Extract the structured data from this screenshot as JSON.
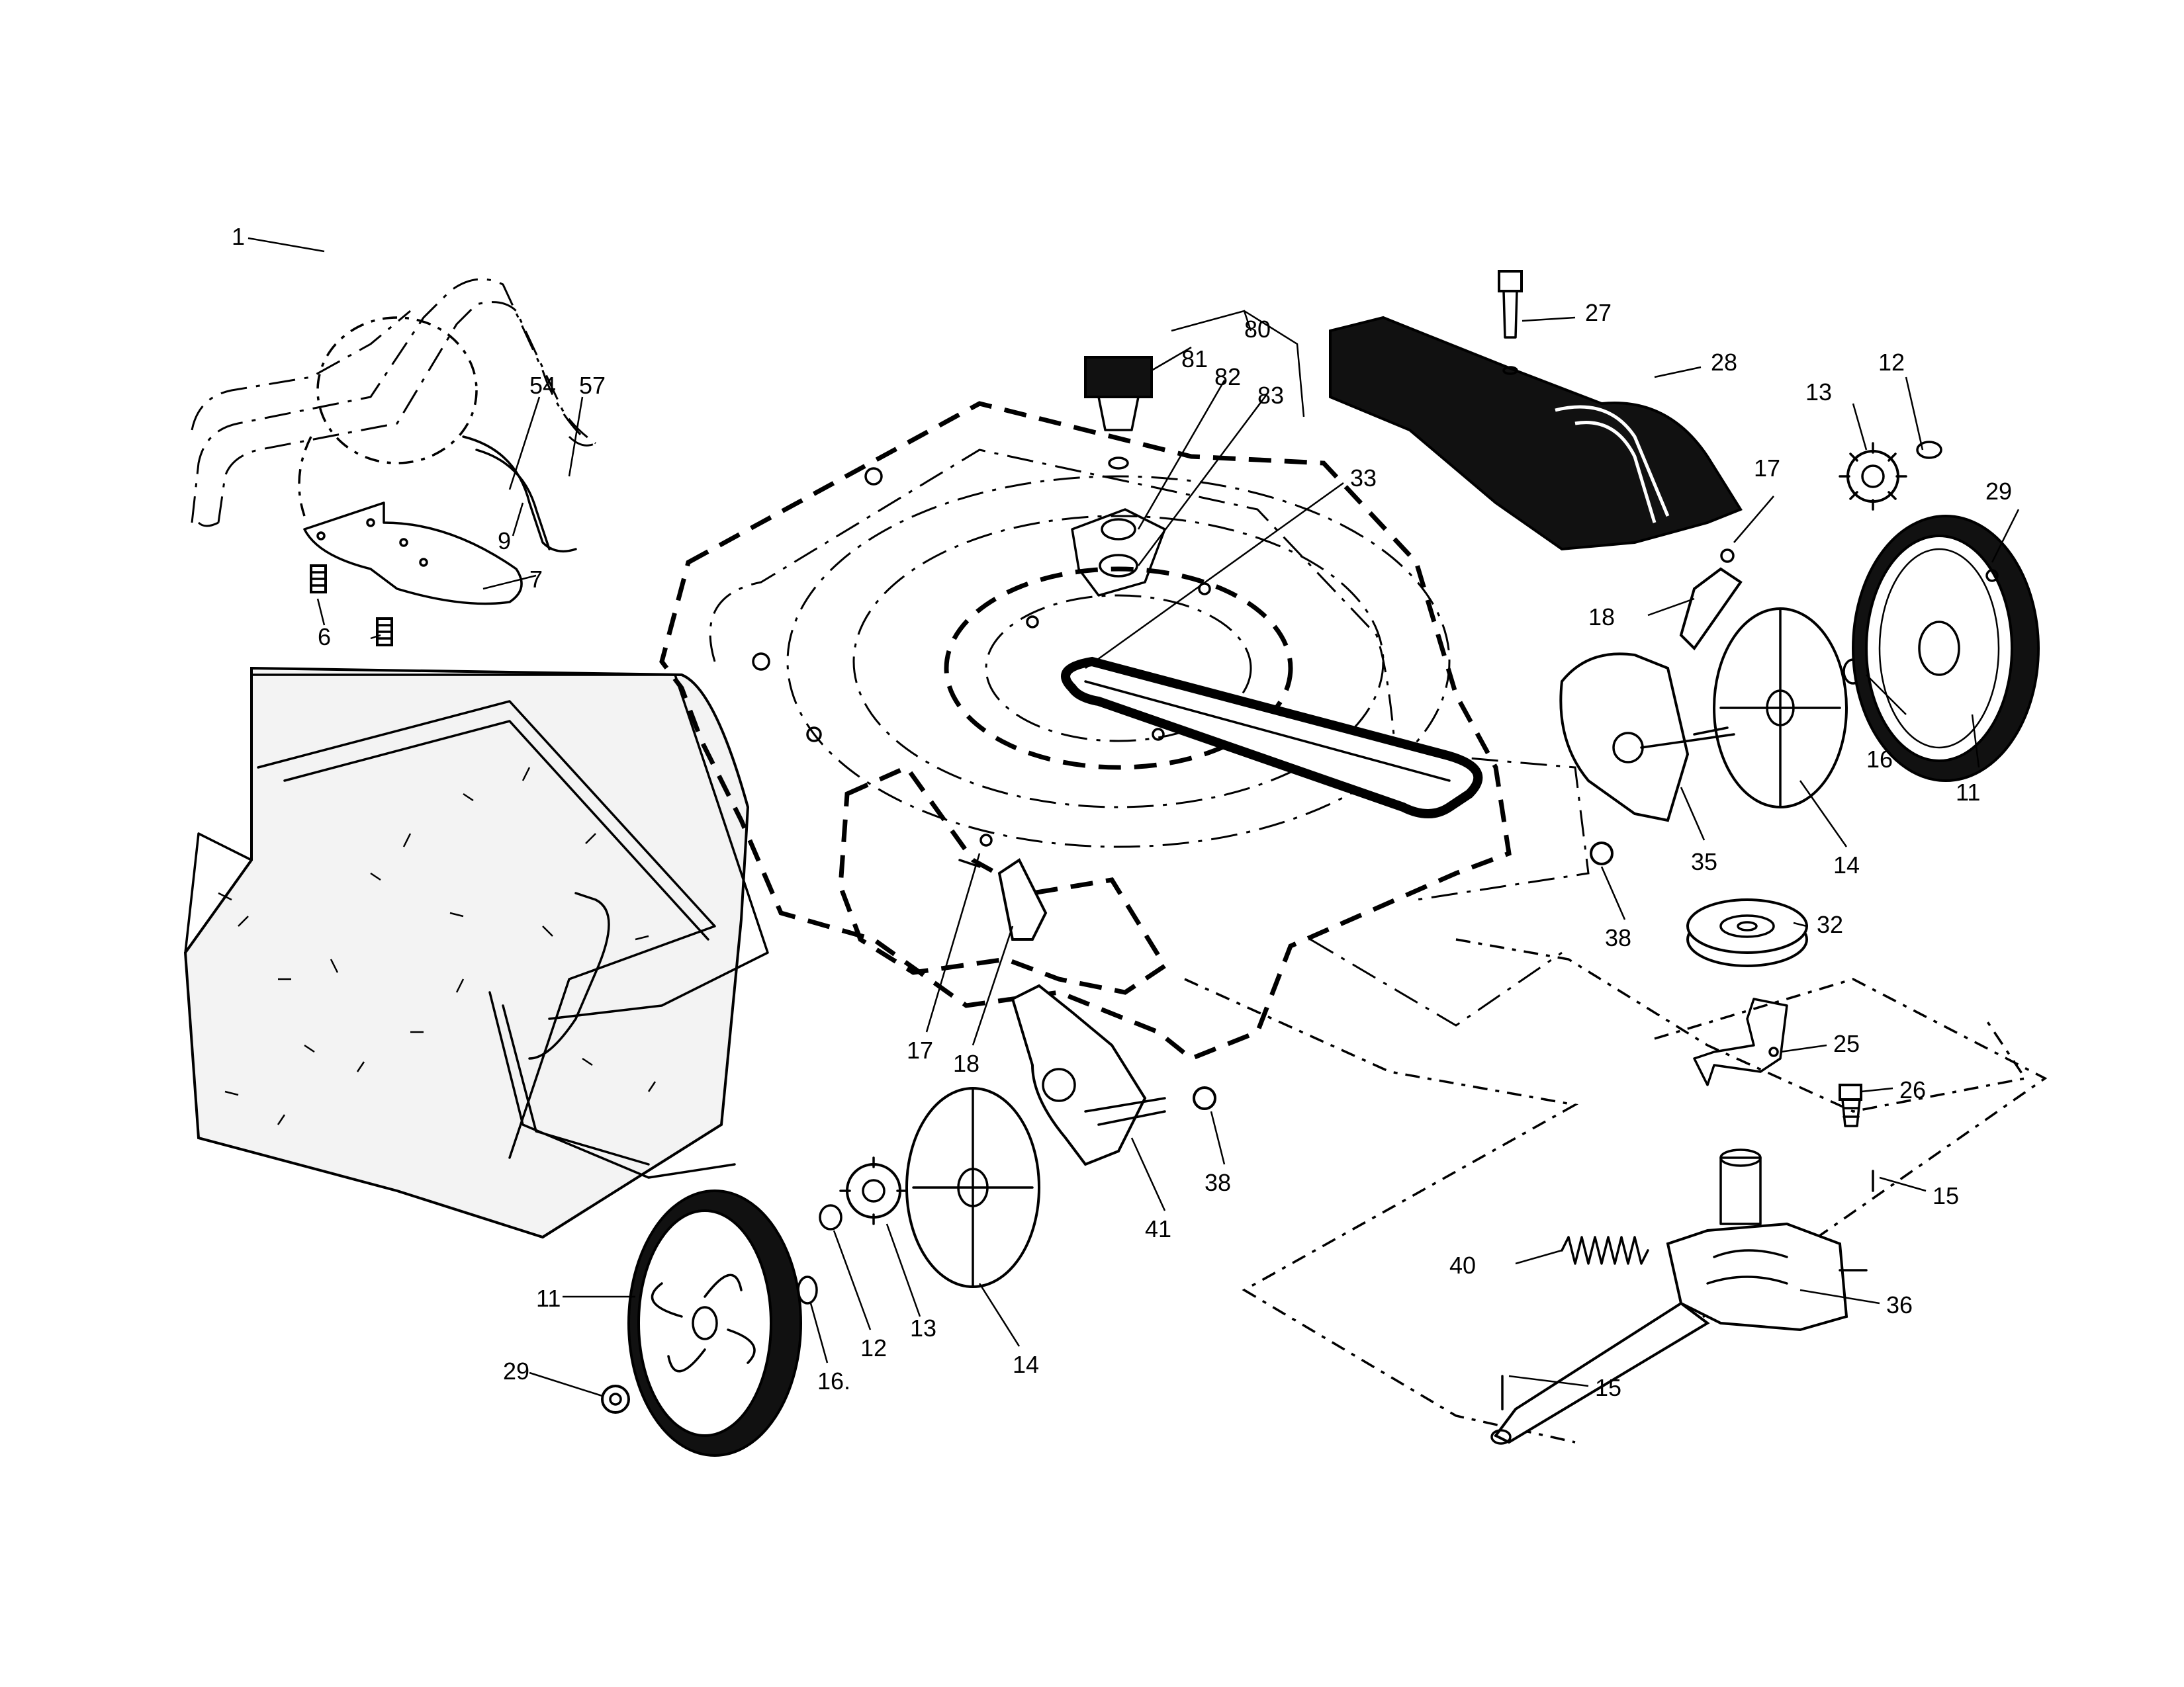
{
  "callouts": {
    "c1": "1",
    "c9": "9",
    "c7": "7",
    "c6": "6",
    "c54": "54",
    "c57": "57",
    "c80": "80",
    "c81": "81",
    "c82": "82",
    "c83": "83",
    "c33": "33",
    "c27": "27",
    "c28": "28",
    "c13_top": "13",
    "c12_top": "12",
    "c29_top": "29",
    "c17_top": "17",
    "c18_top": "18",
    "c16_top": "16",
    "c11_top": "11",
    "c14_top": "14",
    "c35": "35",
    "c38_top": "38",
    "c32": "32",
    "c25": "25",
    "c26": "26",
    "c17_mid": "17",
    "c18_mid": "18",
    "c41": "41",
    "c38_mid": "38",
    "c15_top": "15",
    "c40": "40",
    "c36": "36",
    "c15_bot": "15",
    "c11_bot": "11",
    "c29_bot": "29",
    "c16_bot": "16.",
    "c12_bot": "12",
    "c13_bot": "13",
    "c14_bot": "14"
  },
  "colors": {
    "line": "#000000",
    "background": "#ffffff"
  },
  "icons": [
    "handle-icon",
    "control-box-icon",
    "bag-icon",
    "deck-icon",
    "wheel-icon",
    "chute-icon",
    "belt-icon",
    "pulley-icon",
    "transmission-icon",
    "spring-icon",
    "gear-icon",
    "bracket-icon",
    "screw-icon"
  ]
}
